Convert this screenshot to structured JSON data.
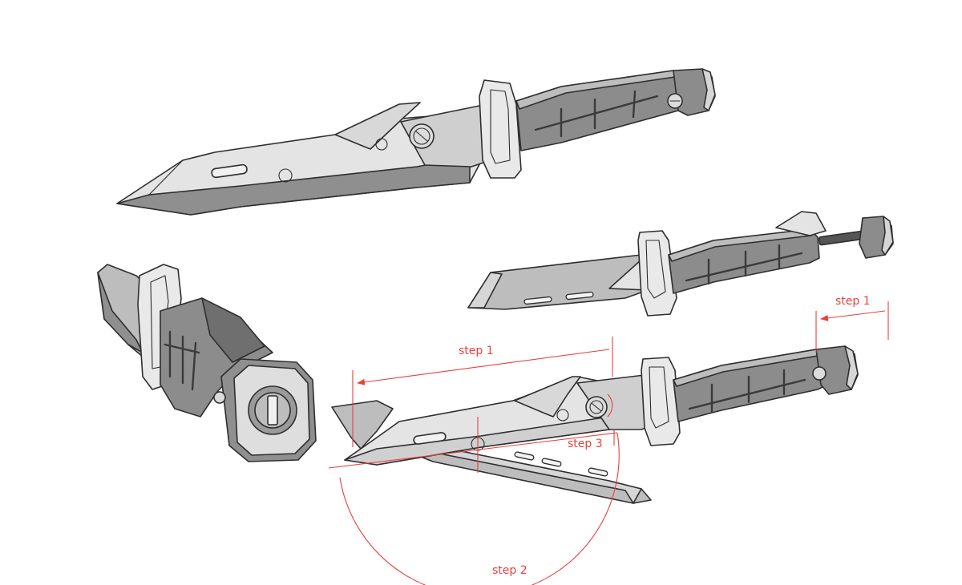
{
  "colors": {
    "annotation": "#e8413c",
    "outline": "#2e2e2e",
    "blade_light": "#e4e4e4",
    "blade_mid": "#bdbdbd",
    "blade_dark": "#8f8f8f",
    "handle": "#8c8c8c",
    "handle_dark": "#6f6f6f",
    "guard": "#e9e9e9"
  },
  "icons": [
    "screw-icon",
    "bolt-icon"
  ],
  "annotations": {
    "step1_left": "step 1",
    "step1_right": "step 1",
    "step2": "step 2",
    "step3": "step 3"
  }
}
